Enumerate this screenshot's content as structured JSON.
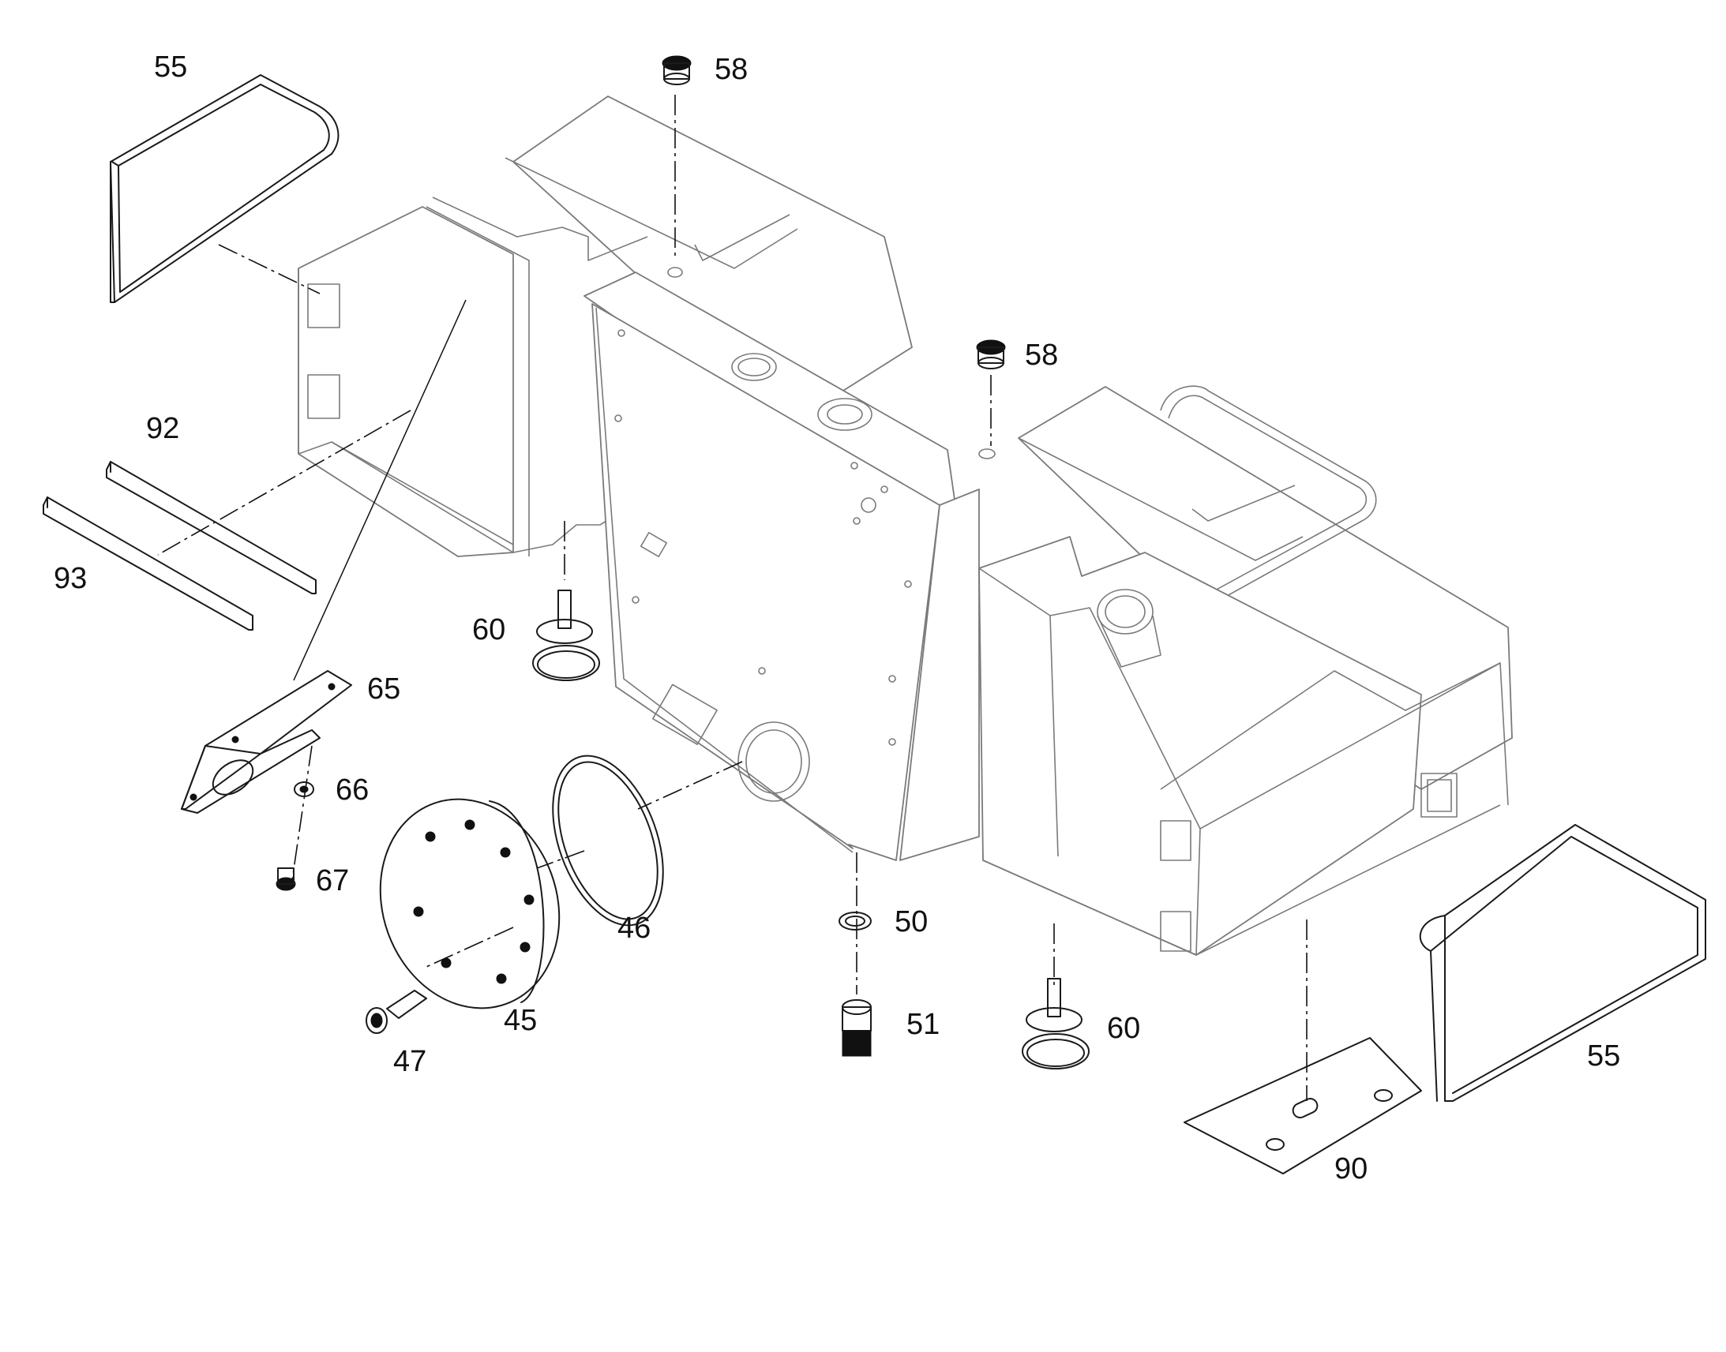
{
  "callouts": {
    "c55_top": "55",
    "c58_a": "58",
    "c58_b": "58",
    "c92": "92",
    "c93": "93",
    "c60_left": "60",
    "c65": "65",
    "c66": "66",
    "c67": "67",
    "c46": "46",
    "c45": "45",
    "c47": "47",
    "c50": "50",
    "c51": "51",
    "c60_right": "60",
    "c55_right": "55",
    "c90": "90"
  }
}
